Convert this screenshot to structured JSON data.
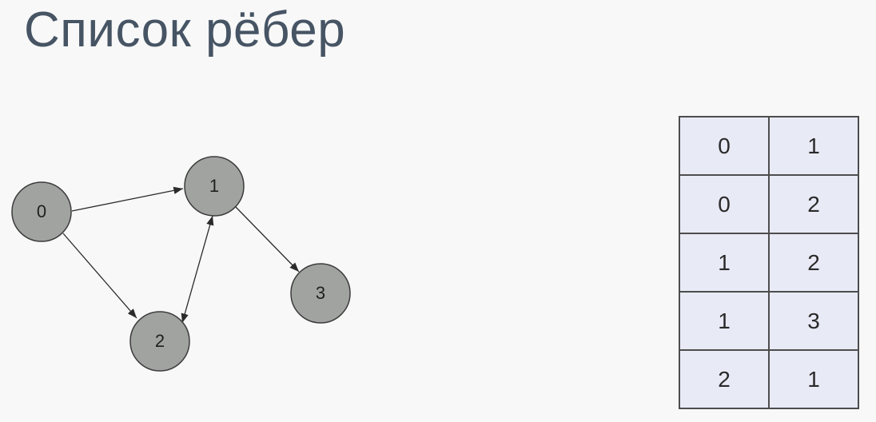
{
  "title": "Список рёбер",
  "graph": {
    "nodes": [
      {
        "id": "0",
        "label": "0"
      },
      {
        "id": "1",
        "label": "1"
      },
      {
        "id": "2",
        "label": "2"
      },
      {
        "id": "3",
        "label": "3"
      }
    ],
    "edges": [
      {
        "from": "0",
        "to": "1",
        "bidirectional": false
      },
      {
        "from": "0",
        "to": "2",
        "bidirectional": false
      },
      {
        "from": "1",
        "to": "2",
        "bidirectional": true
      },
      {
        "from": "1",
        "to": "3",
        "bidirectional": false
      }
    ],
    "colors": {
      "node_fill": "#a1a3a1",
      "node_stroke": "#3b3b3b",
      "edge": "#2b2b2b"
    }
  },
  "edge_list": {
    "rows": [
      [
        "0",
        "1"
      ],
      [
        "0",
        "2"
      ],
      [
        "1",
        "2"
      ],
      [
        "1",
        "3"
      ],
      [
        "2",
        "1"
      ]
    ],
    "colors": {
      "cell_background": "#e8eaf5",
      "border": "#4d4d4d"
    }
  }
}
